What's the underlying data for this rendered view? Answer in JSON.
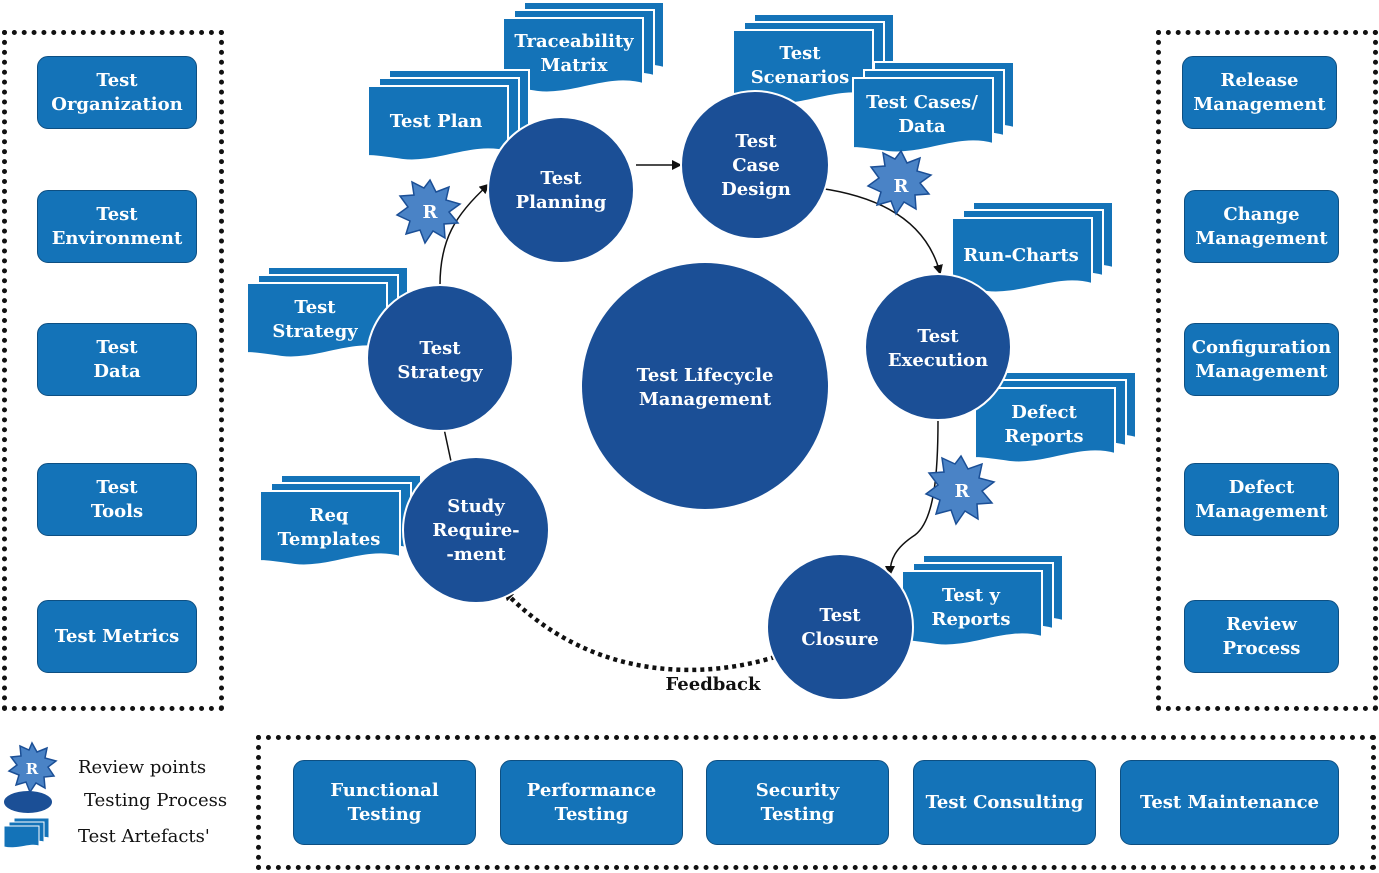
{
  "left_panel": {
    "items": [
      "Test\nOrganization",
      "Test\nEnvironment",
      "Test\nData",
      "Test\nTools",
      "Test Metrics"
    ]
  },
  "right_panel": {
    "items": [
      "Release\nManagement",
      "Change\nManagement",
      "Configuration\nManagement",
      "Defect\nManagement",
      "Review\nProcess"
    ]
  },
  "bottom_panel": {
    "items": [
      "Functional\nTesting",
      "Performance\nTesting",
      "Security\nTesting",
      "Test Consulting",
      "Test Maintenance"
    ]
  },
  "center": {
    "label": [
      "Test Lifecycle",
      "Management"
    ]
  },
  "processes": {
    "planning": [
      "Test",
      "Planning"
    ],
    "design": [
      "Test",
      "Case",
      "Design"
    ],
    "execution": [
      "Test",
      "Execution"
    ],
    "closure": [
      "Test",
      "Closure"
    ],
    "requirement": [
      "Study",
      "Require-",
      "-ment"
    ],
    "strategy": [
      "Test",
      "Strategy"
    ]
  },
  "artefacts": {
    "traceability": [
      "Traceability",
      "Matrix"
    ],
    "scenarios": [
      "Test",
      "Scenarios"
    ],
    "plan": [
      "Test Plan"
    ],
    "cases": [
      "Test Cases/",
      "Data"
    ],
    "runcharts": [
      "Run-Charts"
    ],
    "defect_reports": [
      "Defect",
      "Reports"
    ],
    "testy_reports": [
      "Test y",
      "Reports"
    ],
    "strategy": [
      "Test",
      "Strategy"
    ],
    "req_templates": [
      "Req",
      "Templates"
    ]
  },
  "review_label": "R",
  "feedback_label": "Feedback",
  "legend": {
    "review": "Review points",
    "process": "Testing Process",
    "artefacts": "Test Artefacts'"
  },
  "colors": {
    "box": "#1473b8",
    "circle": "#1b4f96",
    "artefact": "#1473b8",
    "star": "#4a83c6"
  }
}
